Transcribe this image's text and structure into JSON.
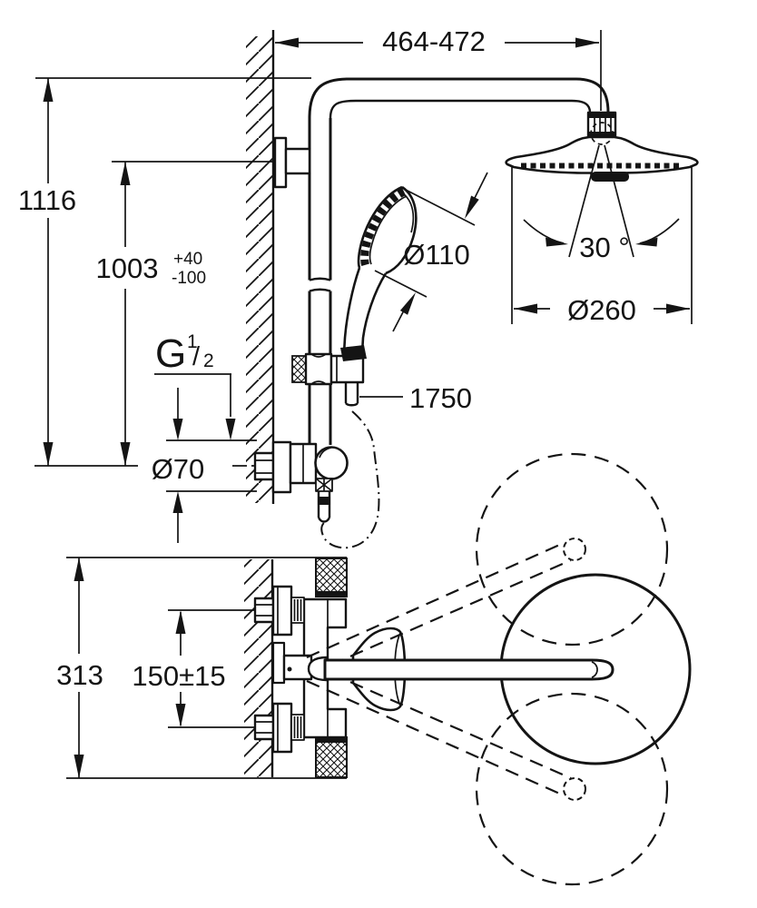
{
  "labels": {
    "arm_span": "464-472",
    "total_height": "1116",
    "holder_height": "1003",
    "holder_height_tol_plus": "+40",
    "holder_height_tol_minus": "-100",
    "hand_shower_diameter": "Ø110",
    "head_swivel_angle": "30 °",
    "head_shower_diameter": "Ø260",
    "thread_letter": "G",
    "thread_numerator": "1",
    "thread_slash": "/",
    "thread_denominator": "2",
    "hose_length": "1750",
    "escutcheon_diameter": "Ø70",
    "body_width": "313",
    "connection_spacing": "150±15"
  },
  "colors": {
    "line": "#141414",
    "background": "#ffffff"
  }
}
